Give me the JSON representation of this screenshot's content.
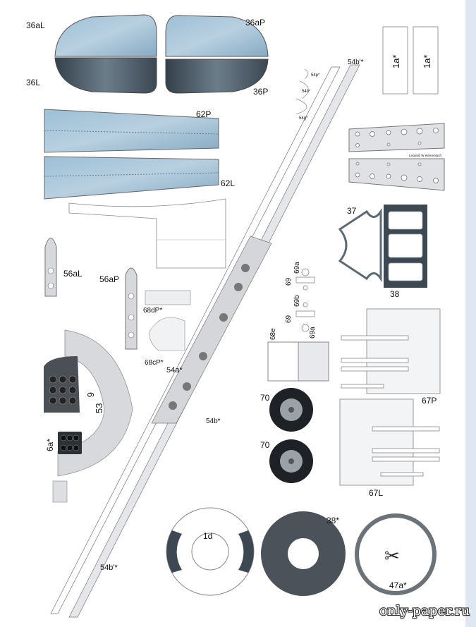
{
  "labels": {
    "p36aL": "36aL",
    "p36aP": "36aP",
    "p36L": "36L",
    "p36P": "36P",
    "p62P": "62P",
    "p62L": "62L",
    "p54b1_top": "54b'*",
    "p54p": "54p*",
    "p54h": "54h*",
    "p54g": "54g*",
    "p1a_left": "1a*",
    "p1a_right": "1a*",
    "wing_note": "Leopold W elementach",
    "p37": "37",
    "p38": "38",
    "p56aL": "56aL",
    "p56aP": "56aP",
    "p68dP": "68dP*",
    "p68cP": "68cP*",
    "p54a": "54a*",
    "p69a_top": "69a",
    "p69_top": "69",
    "p69b": "69b",
    "p69_bottom": "69",
    "p69a_bottom": "69a",
    "p68e": "68e",
    "p6": "6",
    "p53": "53",
    "p6a": "6a*",
    "p70_top": "70",
    "p70_bottom": "70",
    "p54b_mid": "54b*",
    "p67P": "67P",
    "p67L": "67L",
    "p54b1_bottom": "54b'*",
    "p1d": "1d",
    "p38s": "38*",
    "p47a": "47a*"
  },
  "watermark": "only-paper.ru",
  "colors": {
    "blue_part": "#8fb4cc",
    "dark_part": "#3d4a55",
    "grey_part": "#d9dadc",
    "side_strip": "#dfe7f2"
  }
}
